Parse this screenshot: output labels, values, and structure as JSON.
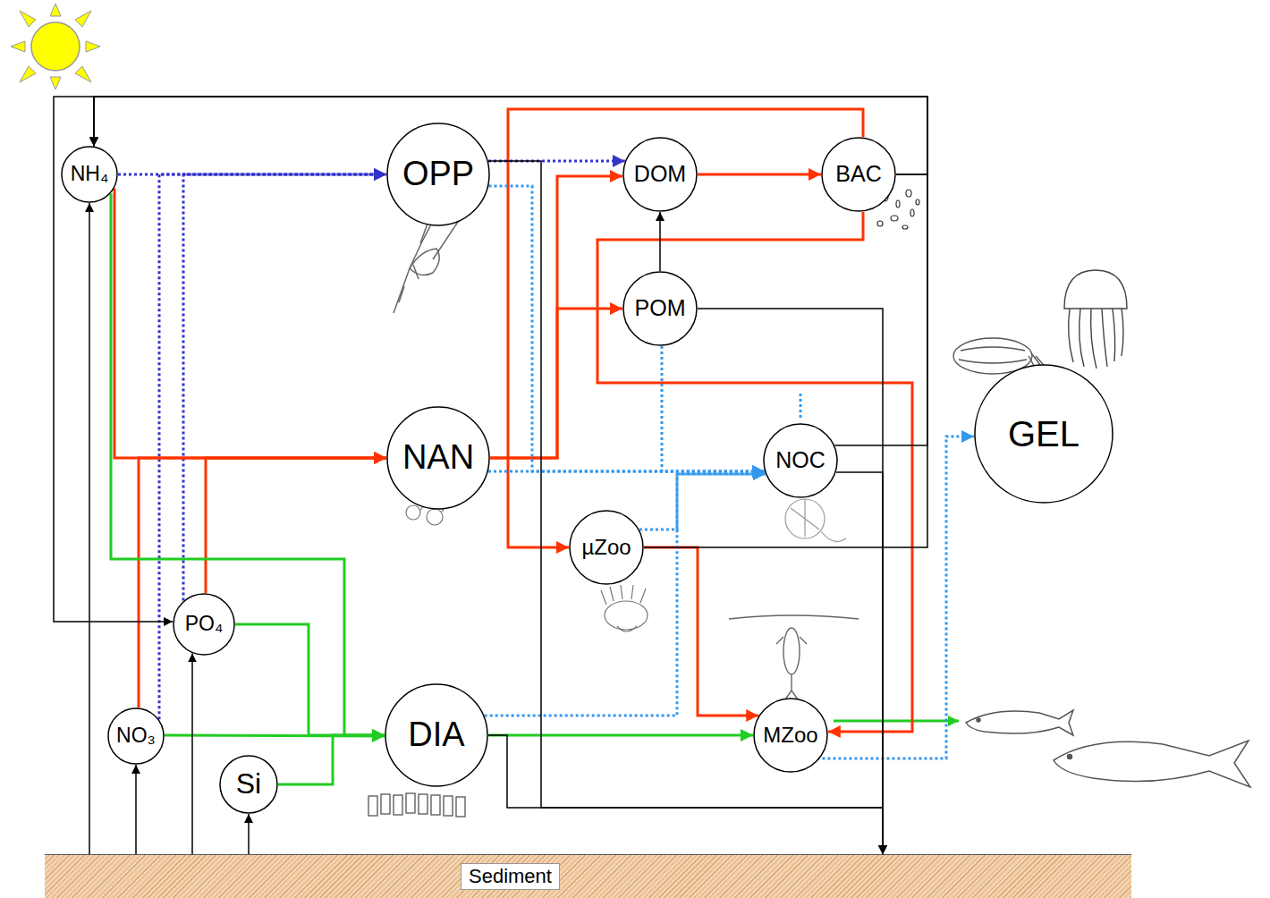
{
  "diagram": {
    "nodes": [
      {
        "text": [
          "NH₄"
        ]
      },
      {
        "text": [
          "OPP"
        ]
      },
      {
        "text": [
          "DOM"
        ]
      },
      {
        "text": [
          "BAC"
        ]
      },
      {
        "text": [
          "POM"
        ]
      },
      {
        "text": [
          "GEL"
        ]
      },
      {
        "text": [
          "NAN"
        ]
      },
      {
        "text": [
          "NOC"
        ]
      },
      {
        "text": [
          "µZoo"
        ]
      },
      {
        "text": [
          "PO₄"
        ]
      },
      {
        "text": [
          "MZoo"
        ]
      },
      {
        "text": [
          "NO₃"
        ]
      },
      {
        "text": [
          "DIA"
        ]
      },
      {
        "text": [
          "Si"
        ]
      },
      {
        "text": [
          "Sediment"
        ]
      }
    ],
    "edges": [
      {
        "from": 0,
        "to": 1,
        "arrow": "to"
      },
      {
        "from": 11,
        "to": 1,
        "arrow": "to"
      },
      {
        "from": 9,
        "to": 1,
        "arrow": "to"
      },
      {
        "from": 1,
        "to": 2,
        "arrow": "to"
      },
      {
        "from": 2,
        "to": 3,
        "arrow": "to"
      },
      {
        "from": 0,
        "to": 6,
        "arrow": "to"
      },
      {
        "from": 11,
        "to": 6,
        "arrow": "to"
      },
      {
        "from": 9,
        "to": 6,
        "arrow": "to"
      },
      {
        "from": 0,
        "to": 12,
        "arrow": "to"
      },
      {
        "from": 11,
        "to": 12,
        "arrow": "to"
      },
      {
        "from": 9,
        "to": 12,
        "arrow": "to"
      },
      {
        "from": 13,
        "to": 12,
        "arrow": "to"
      },
      {
        "from": 6,
        "to": 2,
        "arrow": "to"
      },
      {
        "from": 6,
        "to": 4,
        "arrow": "to"
      },
      {
        "from": 3,
        "to": 8,
        "arrow": "to"
      },
      {
        "from": 8,
        "to": 10,
        "arrow": "to"
      },
      {
        "from": 3,
        "to": 10,
        "arrow": "to"
      },
      {
        "from": 12,
        "to": 10,
        "arrow": "to"
      },
      {
        "from": 1,
        "to": 7,
        "arrow": "to"
      },
      {
        "from": 6,
        "to": 7,
        "arrow": "to"
      },
      {
        "from": 4,
        "to": 7,
        "arrow": "to"
      },
      {
        "from": 12,
        "to": 7,
        "arrow": "to"
      },
      {
        "from": 8,
        "to": 7,
        "arrow": "to"
      },
      {
        "from": 10,
        "to": 5,
        "arrow": "to"
      },
      {
        "from": 4,
        "to": 2,
        "arrow": "to"
      },
      {
        "from": 3,
        "to": 0,
        "arrow": "to"
      },
      {
        "from": 3,
        "to": 9,
        "arrow": "to"
      },
      {
        "from": 7,
        "to": 0,
        "arrow": "to"
      },
      {
        "from": 8,
        "to": 0,
        "arrow": "to"
      },
      {
        "from": 4,
        "to": 14,
        "arrow": "to"
      },
      {
        "from": 7,
        "to": 14,
        "arrow": "to"
      },
      {
        "from": 12,
        "to": 14,
        "arrow": "to"
      },
      {
        "from": 1,
        "to": 14,
        "arrow": "to"
      },
      {
        "from": 14,
        "to": 0,
        "arrow": "to"
      },
      {
        "from": 14,
        "to": 11,
        "arrow": "to"
      },
      {
        "from": 14,
        "to": 9,
        "arrow": "to"
      },
      {
        "from": 14,
        "to": 13,
        "arrow": "to"
      }
    ]
  }
}
